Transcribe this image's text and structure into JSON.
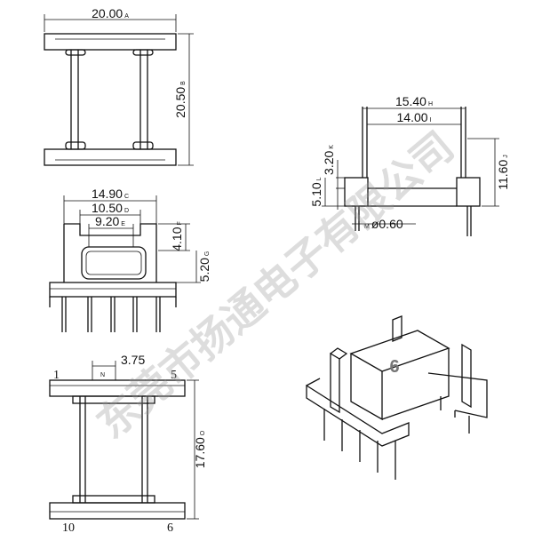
{
  "dimensions": {
    "a": {
      "value": "20.00",
      "mark": "A"
    },
    "b": {
      "value": "20.50",
      "mark": "B"
    },
    "c": {
      "value": "14.90",
      "mark": "C"
    },
    "d": {
      "value": "10.50",
      "mark": "D"
    },
    "e": {
      "value": "9.20",
      "mark": "E"
    },
    "f": {
      "value": "4.10",
      "mark": "F"
    },
    "g": {
      "value": "5.20",
      "mark": "G"
    },
    "h": {
      "value": "15.40",
      "mark": "H"
    },
    "i": {
      "value": "14.00",
      "mark": "I"
    },
    "j": {
      "value": "11.60",
      "mark": "J"
    },
    "k": {
      "value": "3.20",
      "mark": "K"
    },
    "l": {
      "value": "5.10",
      "mark": "L"
    },
    "m": {
      "value": "ø0.60",
      "mark": "M"
    },
    "n": {
      "value": "3.75",
      "mark": "N"
    },
    "o": {
      "value": "17.60",
      "mark": "O"
    }
  },
  "pins": {
    "p1": "1",
    "p5": "5",
    "p10": "10",
    "p6": "6"
  },
  "model_number": "6",
  "watermark": "东莞市扬通电子有限公司",
  "colors": {
    "line": "#111111",
    "watermark": "#969696"
  }
}
